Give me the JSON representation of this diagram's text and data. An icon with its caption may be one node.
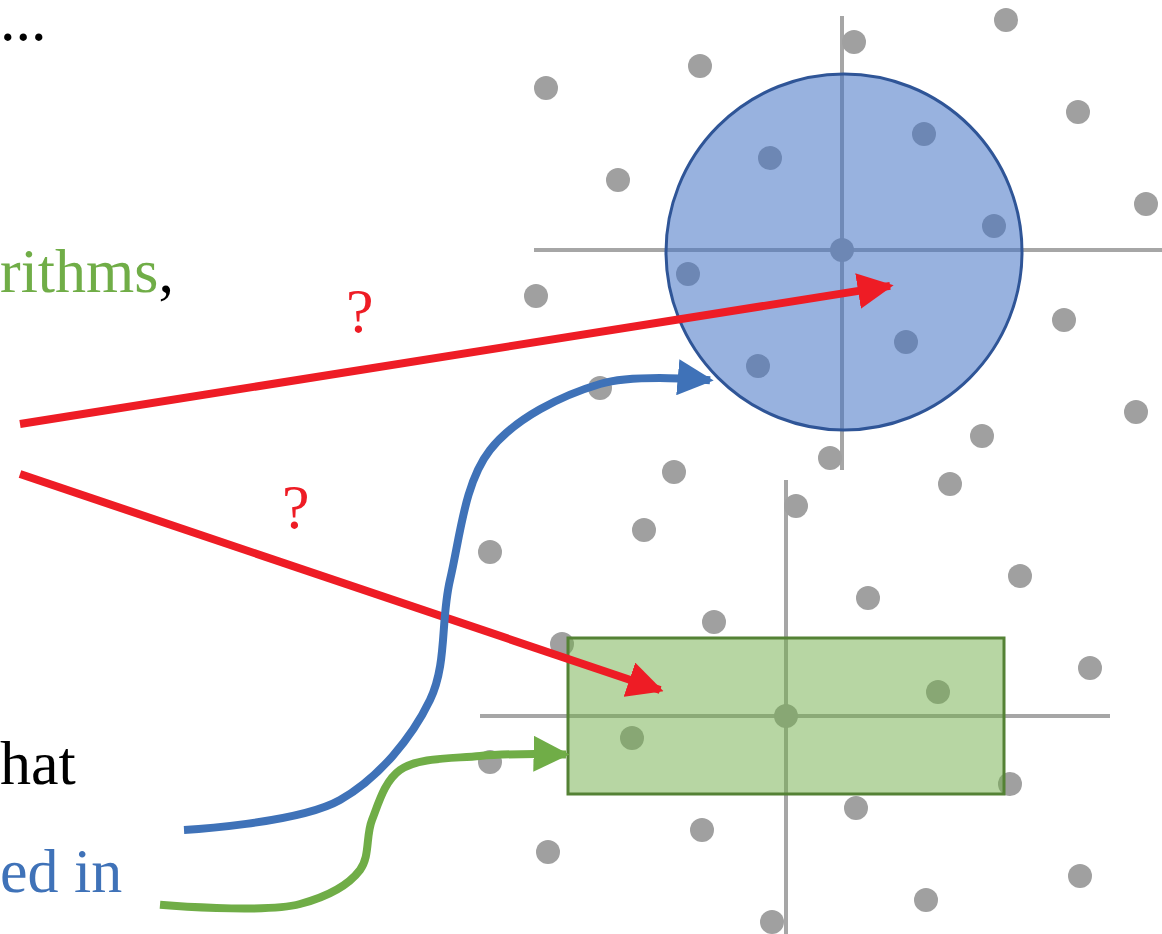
{
  "diagram": {
    "nodes": [
      {
        "text": [],
        "shape": "circle"
      },
      {
        "text": [],
        "shape": "box"
      },
      {
        "text": [
          "ed in"
        ]
      }
    ],
    "edges": [
      {
        "from": null,
        "to": 0,
        "arrow": "to",
        "label": "?",
        "color": "#ee1c25"
      },
      {
        "from": null,
        "to": 1,
        "arrow": "to",
        "label": "?",
        "color": "#ee1c25"
      },
      {
        "from": null,
        "to": 0,
        "arrow": "to",
        "color": "#3f72b8"
      },
      {
        "from": 2,
        "to": 1,
        "arrow": "to",
        "color": "#70ad47"
      }
    ],
    "labels": [
      "...",
      "rithms,",
      "hat"
    ]
  }
}
